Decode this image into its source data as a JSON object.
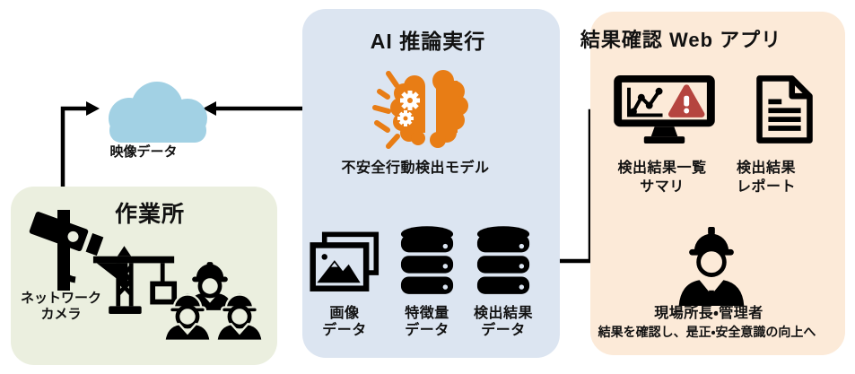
{
  "colors": {
    "box_worksite": "#ebefdf",
    "box_ai": "#dce5f1",
    "box_webapp": "#fcead8",
    "cloud": "#a2d1e4",
    "brain_orange": "#e87d15",
    "alert_red": "#b5453f",
    "ink": "#111111"
  },
  "cloud": {
    "label": "映像データ"
  },
  "worksite": {
    "title": "作業所",
    "camera_line1": "ネットワーク",
    "camera_line2": "カメラ"
  },
  "ai": {
    "title": "AI 推論実行",
    "model_label": "不安全行動検出モデル",
    "stores": [
      {
        "line1": "画像",
        "line2": "データ"
      },
      {
        "line1": "特徴量",
        "line2": "データ"
      },
      {
        "line1": "検出結果",
        "line2": "データ"
      }
    ]
  },
  "webapp": {
    "title": "結果確認 Web アプリ",
    "summary_line1": "検出結果一覧",
    "summary_line2": "サマリ",
    "report_line1": "検出結果",
    "report_line2": "レポート",
    "manager_title": "現場所長・管理者",
    "manager_note": "結果を確認し、是正・安全意識の向上へ"
  }
}
